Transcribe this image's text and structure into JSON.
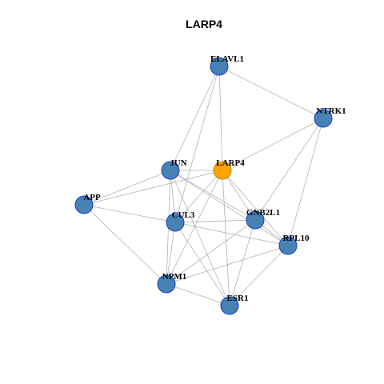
{
  "title": "LARP4",
  "colors": {
    "focus_fill": "#FFA500",
    "focus_stroke": "#C47F00",
    "node_fill": "#4682B4",
    "node_stroke": "#1C3AC8",
    "edge": "#B4B4B4",
    "background": "#FFFFFF"
  },
  "nodes": [
    {
      "id": "LARP4",
      "label": "LARP4",
      "focus": true
    },
    {
      "id": "ELAVL1",
      "label": "ELAVL1",
      "focus": false
    },
    {
      "id": "NTRK1",
      "label": "NTRK1",
      "focus": false
    },
    {
      "id": "JUN",
      "label": "JUN",
      "focus": false
    },
    {
      "id": "APP",
      "label": "APP",
      "focus": false
    },
    {
      "id": "CUL3",
      "label": "CUL3",
      "focus": false
    },
    {
      "id": "GNB2L1",
      "label": "GNB2L1",
      "focus": false
    },
    {
      "id": "RPL10",
      "label": "RPL10",
      "focus": false
    },
    {
      "id": "NPM1",
      "label": "NPM1",
      "focus": false
    },
    {
      "id": "ESR1",
      "label": "ESR1",
      "focus": false
    }
  ],
  "edges": [
    [
      "ELAVL1",
      "NTRK1"
    ],
    [
      "ELAVL1",
      "LARP4"
    ],
    [
      "ELAVL1",
      "JUN"
    ],
    [
      "ELAVL1",
      "CUL3"
    ],
    [
      "NTRK1",
      "LARP4"
    ],
    [
      "NTRK1",
      "GNB2L1"
    ],
    [
      "NTRK1",
      "RPL10"
    ],
    [
      "JUN",
      "LARP4"
    ],
    [
      "JUN",
      "APP"
    ],
    [
      "JUN",
      "CUL3"
    ],
    [
      "JUN",
      "GNB2L1"
    ],
    [
      "JUN",
      "RPL10"
    ],
    [
      "JUN",
      "NPM1"
    ],
    [
      "JUN",
      "ESR1"
    ],
    [
      "LARP4",
      "APP"
    ],
    [
      "LARP4",
      "CUL3"
    ],
    [
      "LARP4",
      "GNB2L1"
    ],
    [
      "LARP4",
      "RPL10"
    ],
    [
      "LARP4",
      "NPM1"
    ],
    [
      "LARP4",
      "ESR1"
    ],
    [
      "APP",
      "CUL3"
    ],
    [
      "APP",
      "NPM1"
    ],
    [
      "CUL3",
      "GNB2L1"
    ],
    [
      "CUL3",
      "RPL10"
    ],
    [
      "CUL3",
      "NPM1"
    ],
    [
      "CUL3",
      "ESR1"
    ],
    [
      "GNB2L1",
      "NPM1"
    ],
    [
      "GNB2L1",
      "ESR1"
    ],
    [
      "GNB2L1",
      "RPL10"
    ],
    [
      "RPL10",
      "NPM1"
    ],
    [
      "RPL10",
      "ESR1"
    ],
    [
      "NPM1",
      "ESR1"
    ]
  ]
}
